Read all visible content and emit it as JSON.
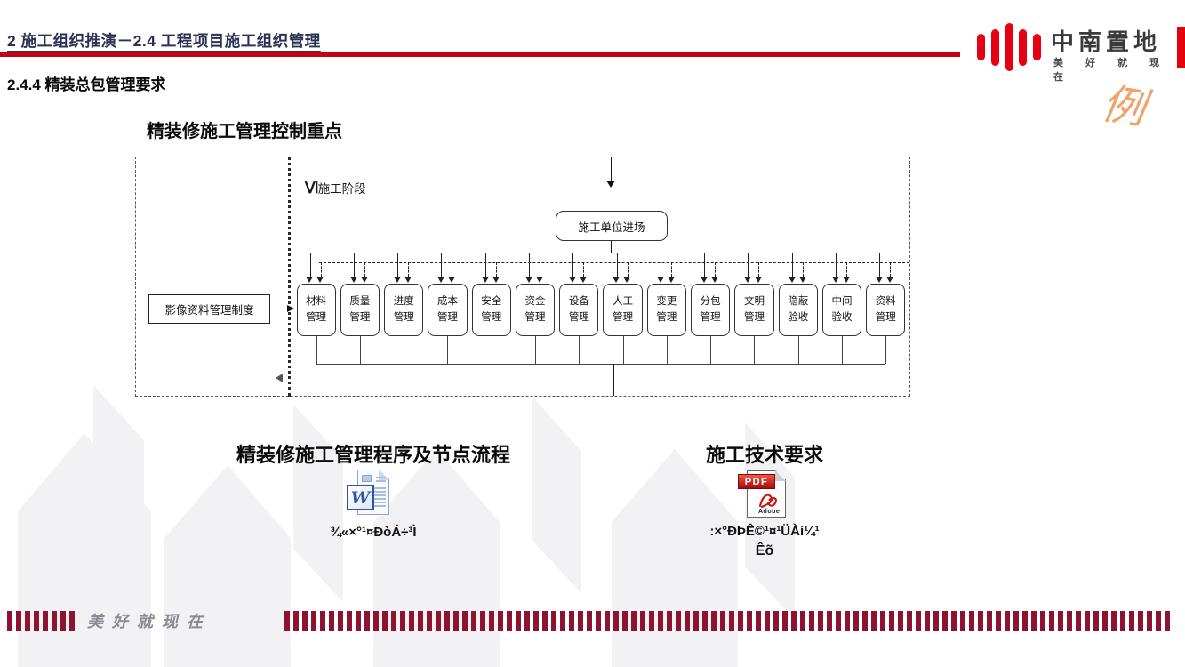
{
  "header": {
    "breadcrumb": "2 施工组织推演－2.4 工程项目施工组织管理",
    "section": "2.4.4  精装总包管理要求"
  },
  "logo": {
    "name": "中南置地",
    "tagline": "美 好 就 现 在"
  },
  "stamp": {
    "char": "例"
  },
  "diagram": {
    "title": "精装修施工管理控制重点",
    "phase_numeral": "Ⅵ",
    "phase_label": "施工阶段",
    "entry_box": "施工单位进场",
    "side_box": "影像资料管理制度",
    "boxes": [
      {
        "l1": "材料",
        "l2": "管理"
      },
      {
        "l1": "质量",
        "l2": "管理"
      },
      {
        "l1": "进度",
        "l2": "管理"
      },
      {
        "l1": "成本",
        "l2": "管理"
      },
      {
        "l1": "安全",
        "l2": "管理"
      },
      {
        "l1": "资金",
        "l2": "管理"
      },
      {
        "l1": "设备",
        "l2": "管理"
      },
      {
        "l1": "人工",
        "l2": "管理"
      },
      {
        "l1": "变更",
        "l2": "管理"
      },
      {
        "l1": "分包",
        "l2": "管理"
      },
      {
        "l1": "文明",
        "l2": "管理"
      },
      {
        "l1": "隐蔽",
        "l2": "验收"
      },
      {
        "l1": "中间",
        "l2": "验收"
      },
      {
        "l1": "资料",
        "l2": "管理"
      }
    ]
  },
  "attachments": {
    "word": {
      "title": "精装修施工管理程序及节点流程",
      "icon": "word-doc-icon",
      "badge": "W",
      "filename": "¾«×°¹¤ÐòÁ÷³Ì"
    },
    "pdf": {
      "title": "施工技术要求",
      "icon": "pdf-doc-icon",
      "badge": "PDF",
      "brand": "Adobe",
      "filename_line1": ":×°ÐÞÊ©¹¤¹ÜÀí¼¹",
      "filename_line2": "Êõ"
    }
  },
  "footer": {
    "slogan": "美好就现在"
  },
  "colors": {
    "brand_red": "#E60012",
    "rule_red": "#C00414",
    "bar_maroon": "#8E1331",
    "header_navy": "#2B3153",
    "stamp_orange": "#EFA36B"
  }
}
